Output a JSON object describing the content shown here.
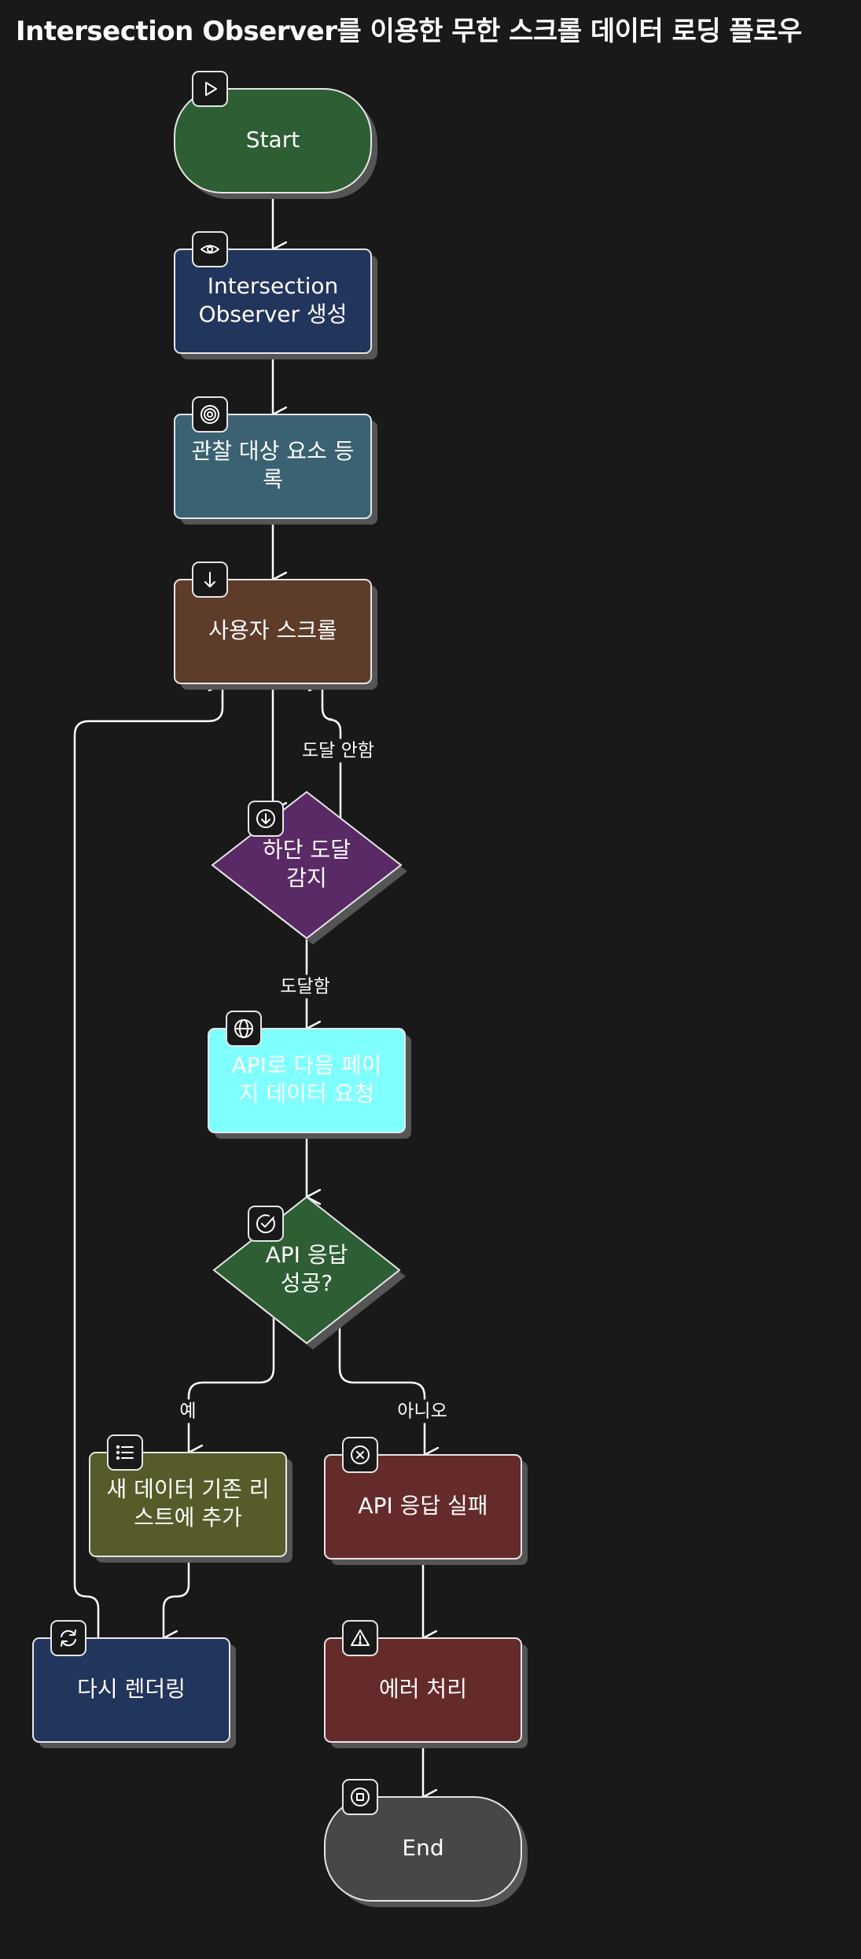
{
  "title": "Intersection Observer를 이용한 무한 스크롤 데이터 로딩 플로우",
  "nodes": {
    "start": {
      "lines": [
        "Start"
      ],
      "color": "#2e5e34",
      "icon": "play-icon"
    },
    "create_observer": {
      "lines": [
        "Intersection",
        "Observer 생성"
      ],
      "color": "#22355c",
      "icon": "eye-icon"
    },
    "register_target": {
      "lines": [
        "관찰 대상 요소 등",
        "록"
      ],
      "color": "#3a6272",
      "icon": "target-icon"
    },
    "user_scroll": {
      "lines": [
        "사용자 스크롤"
      ],
      "color": "#5e3c2a",
      "icon": "arrow-down-icon"
    },
    "detect_bottom": {
      "lines": [
        "하단 도달",
        "감지"
      ],
      "color": "#5a2a66",
      "icon": "arrow-down-circle-icon"
    },
    "api_request": {
      "lines": [
        "API로 다음 페이",
        "지 데이터 요청"
      ],
      "color": "#80ffff",
      "text_color": "#111111",
      "icon": "globe-icon"
    },
    "api_success": {
      "lines": [
        "API 응답",
        "성공?"
      ],
      "color": "#2e5e34",
      "icon": "check-circle-icon"
    },
    "append_data": {
      "lines": [
        "새 데이터 기존 리",
        "스트에 추가"
      ],
      "color": "#565b29",
      "icon": "list-icon"
    },
    "api_fail": {
      "lines": [
        "API 응답 실패"
      ],
      "color": "#652b2a",
      "icon": "x-circle-icon"
    },
    "rerender": {
      "lines": [
        "다시 렌더링"
      ],
      "color": "#22355c",
      "icon": "refresh-icon"
    },
    "error_handling": {
      "lines": [
        "에러 처리"
      ],
      "color": "#652b2a",
      "icon": "warning-icon"
    },
    "end": {
      "lines": [
        "End"
      ],
      "color": "#474747",
      "icon": "stop-icon"
    }
  },
  "edge_labels": {
    "not_reached": "도달 안함",
    "reached": "도달함",
    "yes": "예",
    "no": "아니오"
  }
}
